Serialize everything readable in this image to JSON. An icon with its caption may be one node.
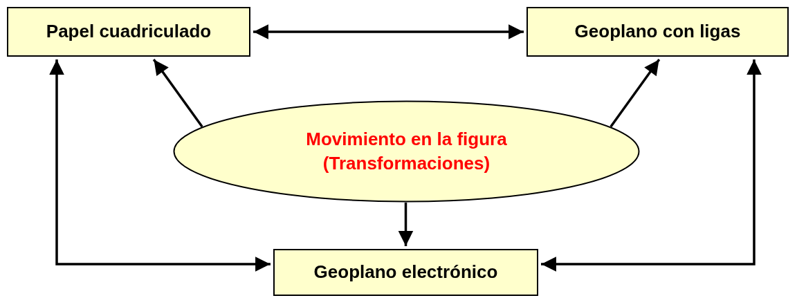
{
  "diagram": {
    "nodes": [
      {
        "text": [
          "Papel cuadriculado"
        ]
      },
      {
        "text": [
          "Geoplano con ligas"
        ]
      },
      {
        "text": [
          "Movimiento en la figura (Transformaciones)"
        ]
      },
      {
        "text": [
          "Geoplano electrónico"
        ]
      }
    ],
    "edges": [
      {
        "from": 0,
        "to": 1,
        "arrow": "both"
      },
      {
        "from": 2,
        "to": 0,
        "arrow": "to"
      },
      {
        "from": 2,
        "to": 1,
        "arrow": "to"
      },
      {
        "from": 2,
        "to": 3,
        "arrow": "to"
      },
      {
        "from": 0,
        "to": 3,
        "arrow": "both"
      },
      {
        "from": 1,
        "to": 3,
        "arrow": "both"
      }
    ]
  }
}
